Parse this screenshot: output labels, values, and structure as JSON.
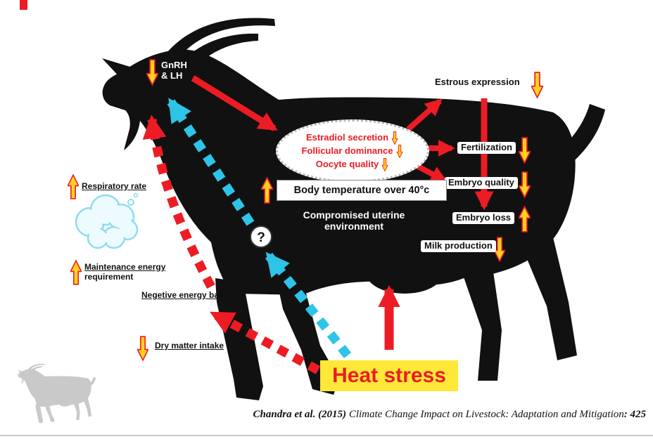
{
  "labels": {
    "gnrh": "GnRH\n& LH",
    "estrous": "Estrous expression",
    "estradiol": "Estradiol secretion",
    "follicular": "Follicular dominance",
    "oocyte": "Oocyte quality",
    "fertilization": "Fertilization",
    "embryo_quality": "Embryo quality",
    "embryo_loss": "Embryo loss",
    "body_temp": "Body temperature over 40°c",
    "uterine": "Compromised uterine\nenvironment",
    "milk": "Milk production",
    "respiratory": "Respiratory rate",
    "maintenance_line1": "Maintenance energy",
    "maintenance_line2": "requirement",
    "neb": "Negetive energy balance",
    "dmi": "Dry matter intake",
    "heat_stress": "Heat stress",
    "question_mark": "?"
  },
  "indicators": {
    "gnrh": "down",
    "estrous_expression": "down",
    "estradiol_secretion": "down",
    "follicular_dominance": "down",
    "oocyte_quality": "down",
    "fertilization": "down",
    "embryo_quality": "down",
    "embryo_loss": "up",
    "body_temperature": "up",
    "milk_production": "down",
    "respiratory_rate": "up",
    "maintenance_energy": "up",
    "dry_matter_intake": "down"
  },
  "citation": {
    "authors": "Chandra et al. (2015)",
    "title": " Climate Change Impact on Livestock: Adaptation and Mitigation",
    "page": ": 425"
  },
  "colors": {
    "arrow_red": "#ed1c24",
    "arrow_yellow": "#ffd21f",
    "arrow_cyan": "#2ec4e8",
    "heat_stress_bg": "#ffe838",
    "heat_stress_text": "#ed1c24",
    "goat_black": "#111111",
    "watermark_gray": "#c9c9c9",
    "cloud_blue": "#8edcf0"
  }
}
